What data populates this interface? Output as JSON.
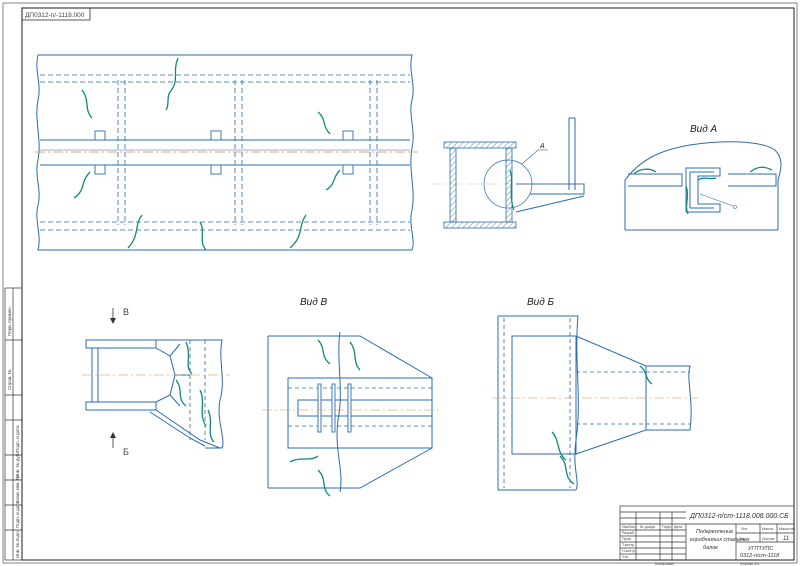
{
  "drawing": {
    "corner_code": "ДП0312-п/-1118.000",
    "labels": {
      "view_a": "Вид А",
      "view_v": "Вид В",
      "view_b": "Вид Б",
      "callout_a": "А",
      "arrow_v": "В",
      "arrow_b": "Б"
    },
    "title_block": {
      "doc_number": "ДП0312-п/ст-1118.008.000.СБ",
      "title_line1": "Подкрепление",
      "title_line2": "коробчатых стальных",
      "title_line3": "балок",
      "org_line1": "УГПТУПС",
      "org_line2": "0312-п/ст-1118",
      "sheet_count": "11",
      "col_lit": "Лит",
      "col_mass": "Масса",
      "col_scale": "Масштаб",
      "sheet_label": "Лист",
      "sheets_label": "Листов",
      "row_labels": [
        "Изм",
        "Лист",
        "№ докум.",
        "Подп.",
        "Дата"
      ],
      "role_labels": [
        "Разраб.",
        "Пров.",
        "Т.контр.",
        "Н.контр.",
        "Утв."
      ],
      "copied": "Копировал",
      "format": "Формат А3"
    },
    "side_stamp": [
      "Перв. примен.",
      "Справ. №",
      "Подп. и дата",
      "Инв. № дубл.",
      "Взам. инв. №",
      "Подп. и дата",
      "Инв. № подл."
    ],
    "colors": {
      "line": "#2b6cb0",
      "hidden": "#2b6cb0",
      "crack": "#0f8a78",
      "axis": "#e08a3c",
      "hatch": "#2b6cb0",
      "frame": "#333333"
    }
  }
}
